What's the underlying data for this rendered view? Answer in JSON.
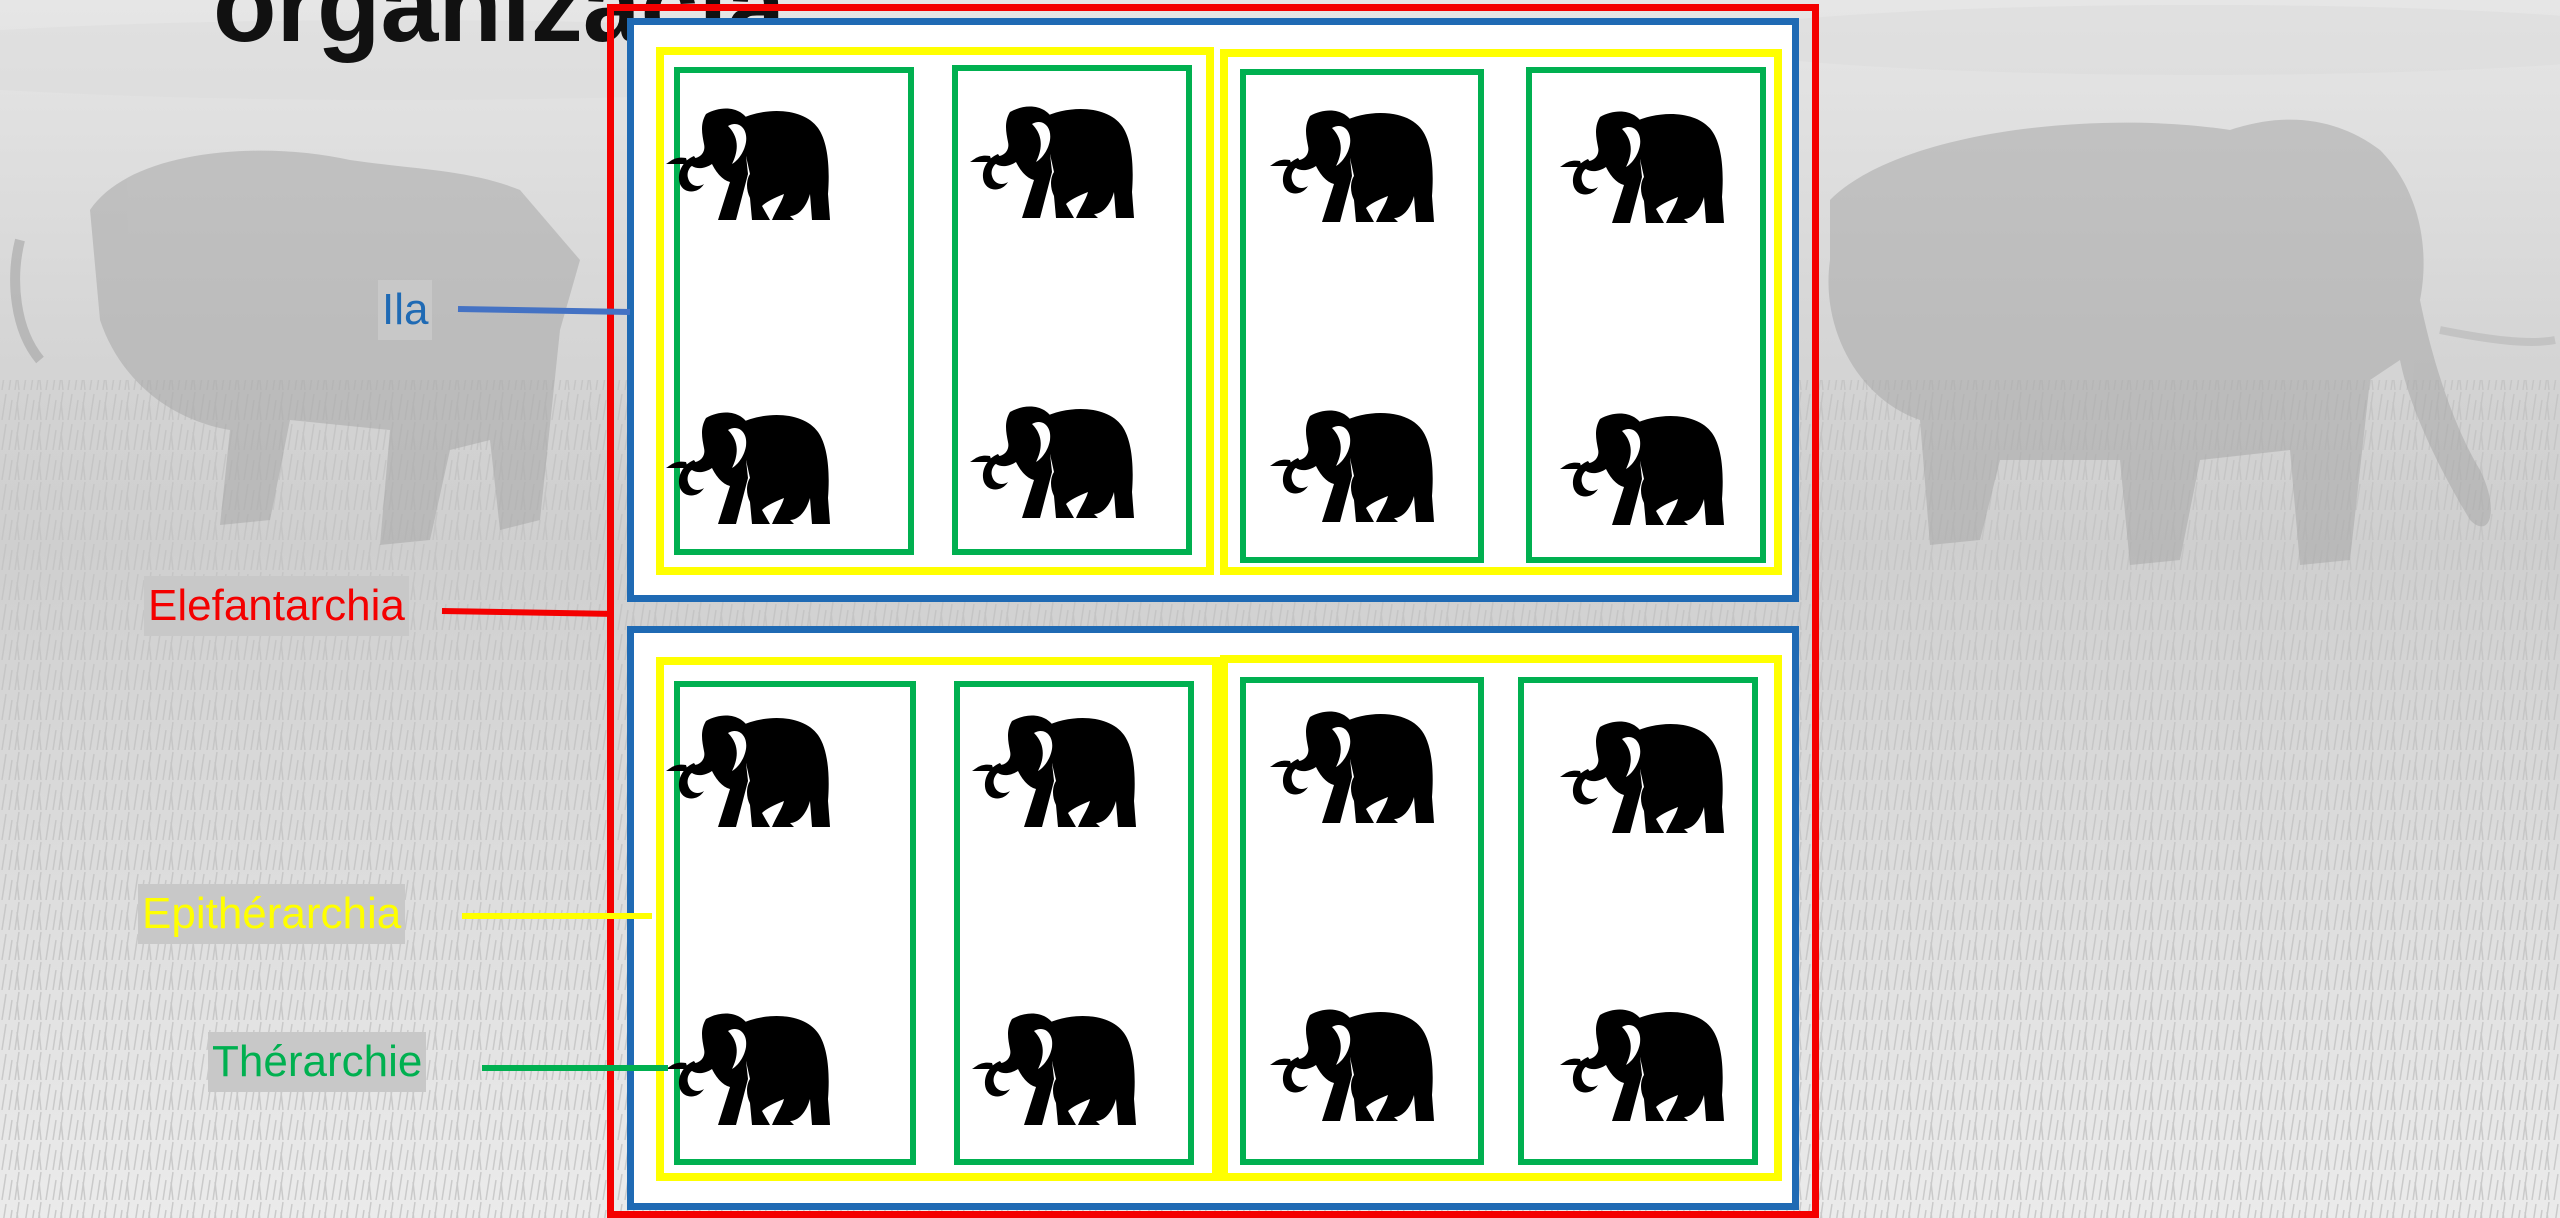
{
  "title": "organizacja",
  "colors": {
    "elefantarchia": "#f40000",
    "ila": "#1f6ab4",
    "epitherarchia": "#ffff00",
    "therarchie": "#00b050",
    "label_background": "#c8c8c8",
    "icon": "#000000"
  },
  "labels": {
    "ila": "Ila",
    "elefantarchia": "Elefantarchia",
    "epitherarchia": "Epithérarchia",
    "therarchie": "Thérarchie"
  },
  "diagram": {
    "icon": "elephant-icon",
    "ilai": [
      {
        "epitherarchiai": [
          {
            "therarchiai": [
              {
                "elephants": 2
              },
              {
                "elephants": 2
              }
            ]
          },
          {
            "therarchiai": [
              {
                "elephants": 2
              },
              {
                "elephants": 2
              }
            ]
          }
        ]
      },
      {
        "epitherarchiai": [
          {
            "therarchiai": [
              {
                "elephants": 2
              },
              {
                "elephants": 2
              }
            ]
          },
          {
            "therarchiai": [
              {
                "elephants": 2
              },
              {
                "elephants": 2
              }
            ]
          }
        ]
      }
    ]
  }
}
